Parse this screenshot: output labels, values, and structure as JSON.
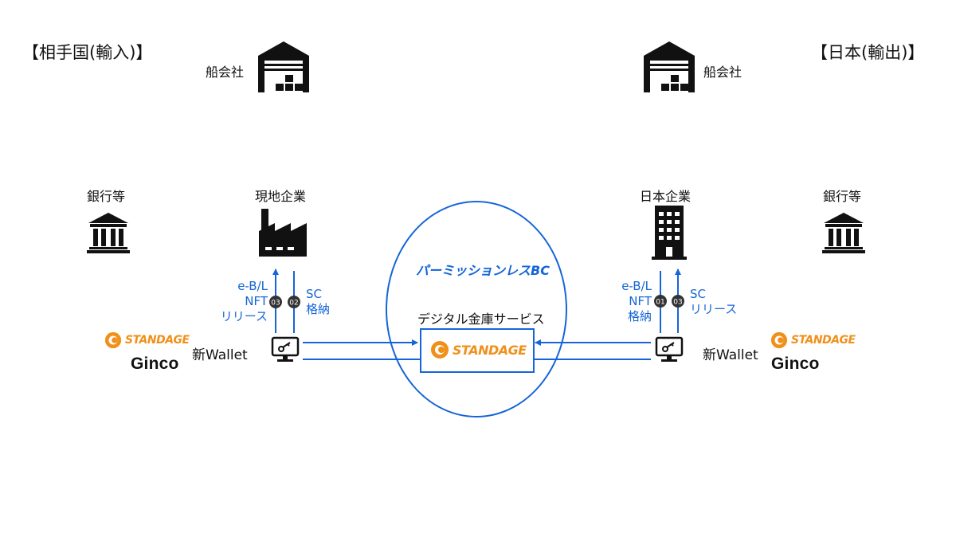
{
  "left_region": "【相手国(輸入)】",
  "right_region": "【日本(輸出)】",
  "shipping_left": "船会社",
  "shipping_right": "船会社",
  "bank_left": "銀行等",
  "bank_right": "銀行等",
  "local_company": "現地企業",
  "japan_company": "日本企業",
  "blockchain_label": "パーミッションレスBC",
  "vault_service": "デジタル金庫サービス",
  "standage_logo": "STANDAGE",
  "ginco_logo": "Ginco",
  "new_wallet_left": "新Wallet",
  "new_wallet_right": "新Wallet",
  "left_steps": {
    "release": {
      "badge": "03",
      "lines": [
        "e-B/L",
        "NFT",
        "リリース"
      ]
    },
    "store": {
      "badge": "02",
      "lines": [
        "SC",
        "格納"
      ]
    }
  },
  "right_steps": {
    "store": {
      "badge": "01",
      "lines": [
        "e-B/L",
        "NFT",
        "格納"
      ]
    },
    "release": {
      "badge": "03",
      "lines": [
        "SC",
        "リリース"
      ]
    }
  },
  "colors": {
    "accent_blue": "#1565d8",
    "standage_orange": "#f0901a",
    "icon_black": "#111111",
    "badge_dark": "#333333"
  }
}
